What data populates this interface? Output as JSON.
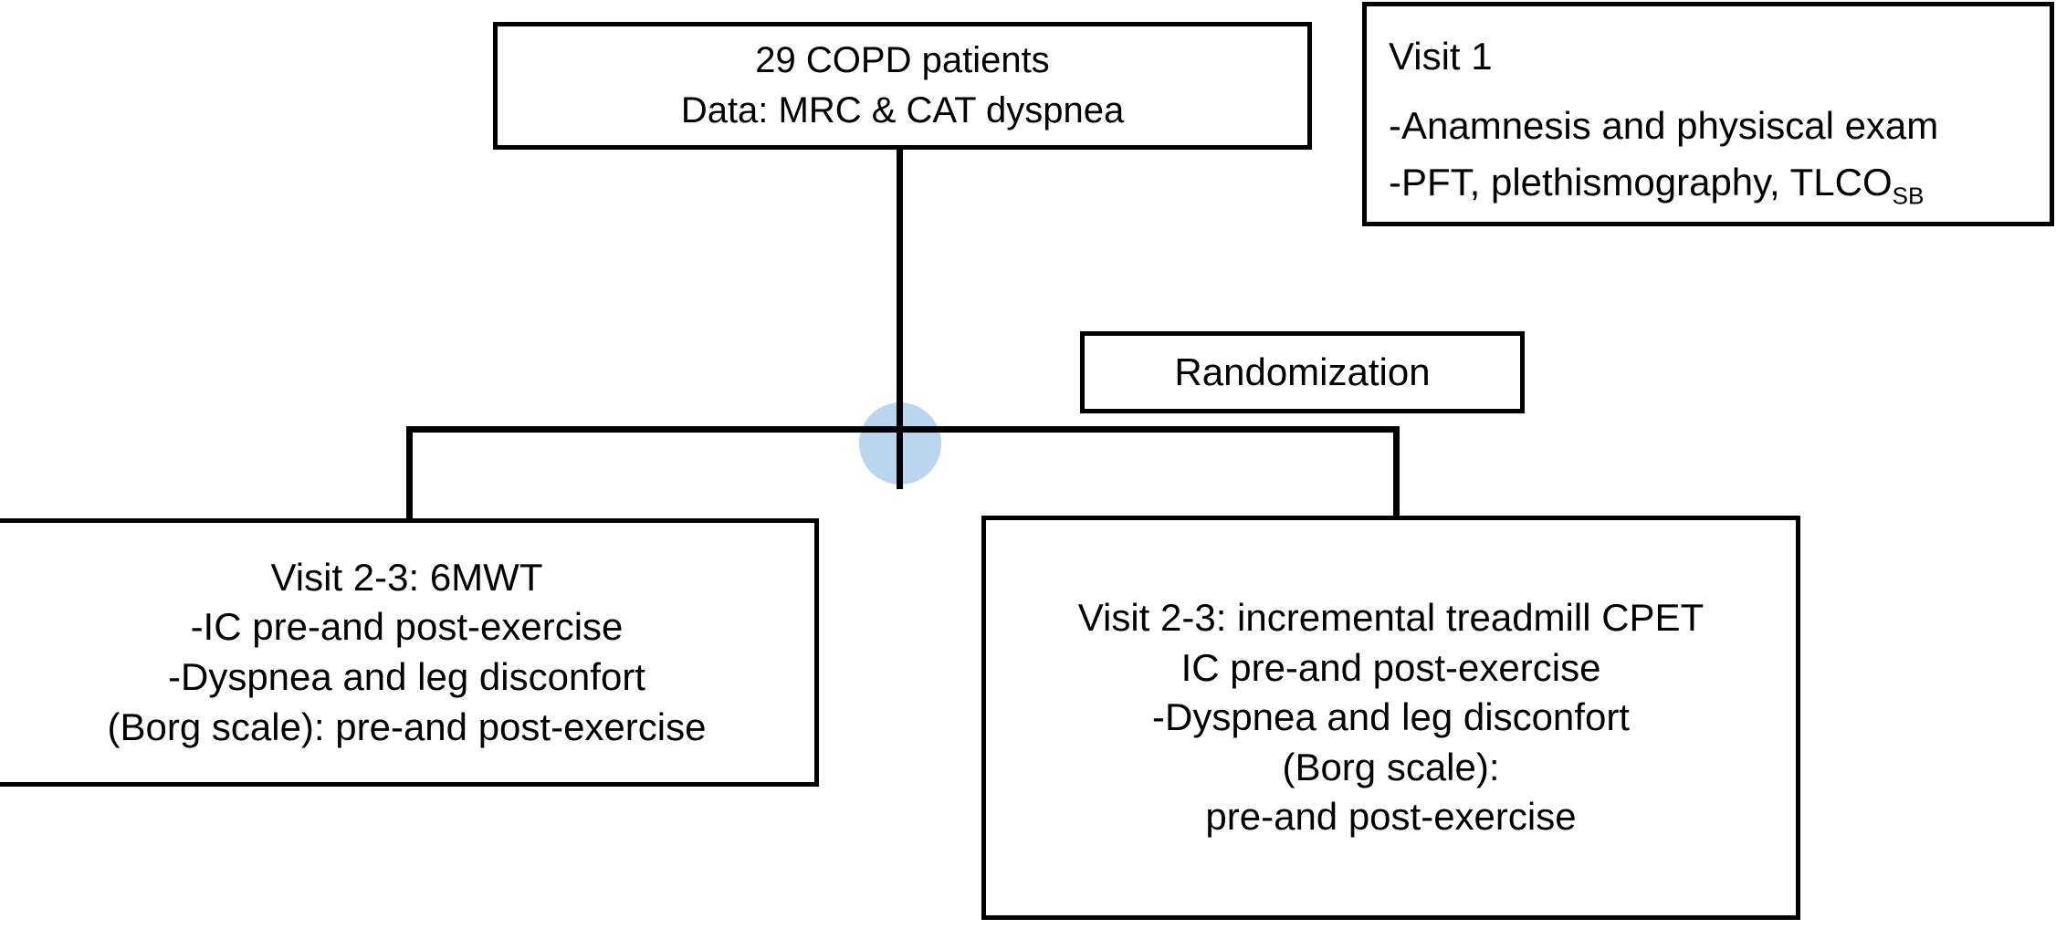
{
  "figure": {
    "type": "flowchart",
    "title": "COPD study design flow diagram",
    "background_color": "#ffffff",
    "stroke_color": "#000000",
    "node_color": "#b9d6ee"
  },
  "cohort_box": {
    "lines": [
      "29 COPD patients",
      "Data: MRC & CAT dyspnea"
    ]
  },
  "visit1_box": {
    "heading": "Visit 1",
    "lines": [
      "-Anamnesis and physiscal exam"
    ],
    "pft_line": {
      "prefix": "-PFT, plethismography, TLCO",
      "subscript": "SB"
    }
  },
  "randomization_box": {
    "label": "Randomization"
  },
  "randomization_node": {
    "name": "randomization-node",
    "color": "#b9d6ee"
  },
  "left_arm_box": {
    "lines": [
      "Visit 2-3: 6MWT",
      "-IC pre-and post-exercise",
      "-Dyspnea and leg disconfort",
      "(Borg scale): pre-and post-exercise"
    ]
  },
  "right_arm_box": {
    "lines": [
      "Visit 2-3: incremental treadmill CPET",
      "IC pre-and post-exercise",
      "-Dyspnea and leg disconfort",
      "(Borg scale):",
      "pre-and post-exercise"
    ]
  },
  "connectors": {
    "stem": "cohort-to-randomization",
    "branch": "randomization-branch-bar",
    "drop_left": "branch-to-left-arm",
    "drop_right": "branch-to-right-arm"
  }
}
